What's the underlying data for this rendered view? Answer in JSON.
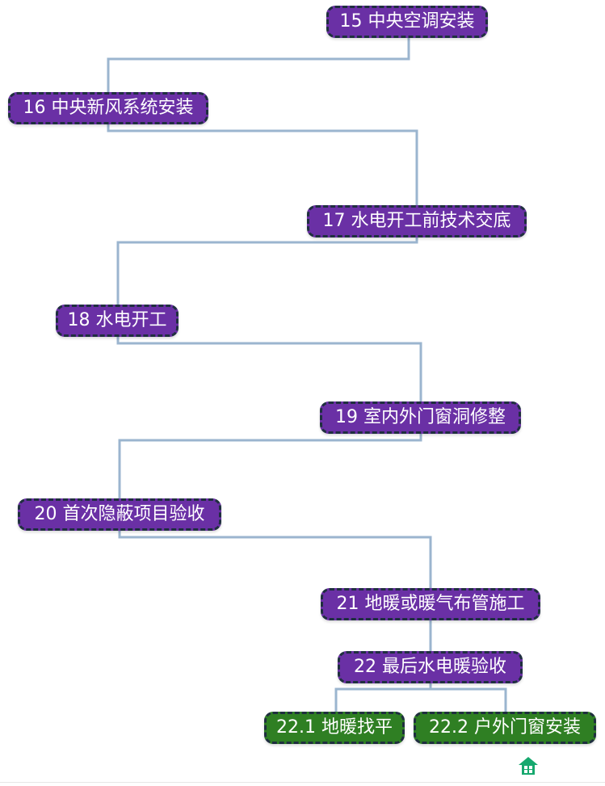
{
  "diagram": {
    "nodes": [
      {
        "id": "15",
        "label": "15 中央空调安装",
        "color": "#6a30a5"
      },
      {
        "id": "16",
        "label": "16 中央新风系统安装",
        "color": "#6a30a5"
      },
      {
        "id": "17",
        "label": "17 水电开工前技术交底",
        "color": "#6a30a5"
      },
      {
        "id": "18",
        "label": "18 水电开工",
        "color": "#6a30a5"
      },
      {
        "id": "19",
        "label": "19 室内外门窗洞修整",
        "color": "#6a30a5"
      },
      {
        "id": "20",
        "label": "20 首次隐蔽项目验收",
        "color": "#6a30a5"
      },
      {
        "id": "21",
        "label": "21 地暖或暖气布管施工",
        "color": "#6a30a5"
      },
      {
        "id": "22",
        "label": "22 最后水电暖验收",
        "color": "#6a30a5"
      },
      {
        "id": "22.1",
        "label": "22.1 地暖找平",
        "color": "#2f7f23"
      },
      {
        "id": "22.2",
        "label": "22.2 户外门窗安装",
        "color": "#2f7f23"
      }
    ],
    "edges": [
      [
        "15",
        "16"
      ],
      [
        "16",
        "17"
      ],
      [
        "17",
        "18"
      ],
      [
        "18",
        "19"
      ],
      [
        "19",
        "20"
      ],
      [
        "20",
        "21"
      ],
      [
        "21",
        "22"
      ],
      [
        "22",
        "22.1"
      ],
      [
        "22",
        "22.2"
      ]
    ],
    "connector_color": "#9bb5cf",
    "node_border_color": "#1f2f3f"
  },
  "footer": {
    "home_icon": "home-icon",
    "icon_color": "#16a86e"
  }
}
